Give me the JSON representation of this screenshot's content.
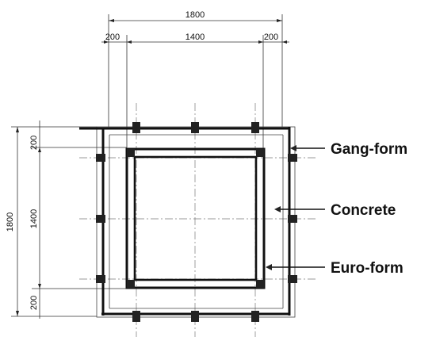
{
  "dimensions": {
    "top_overall": "1800",
    "top_left_margin": "200",
    "top_middle": "1400",
    "top_right_margin": "200",
    "left_overall": "1800",
    "left_top_margin": "200",
    "left_middle": "1400",
    "left_bottom_margin": "200"
  },
  "labels": {
    "gang_form": "Gang-form",
    "concrete": "Concrete",
    "euro_form": "Euro-form"
  }
}
